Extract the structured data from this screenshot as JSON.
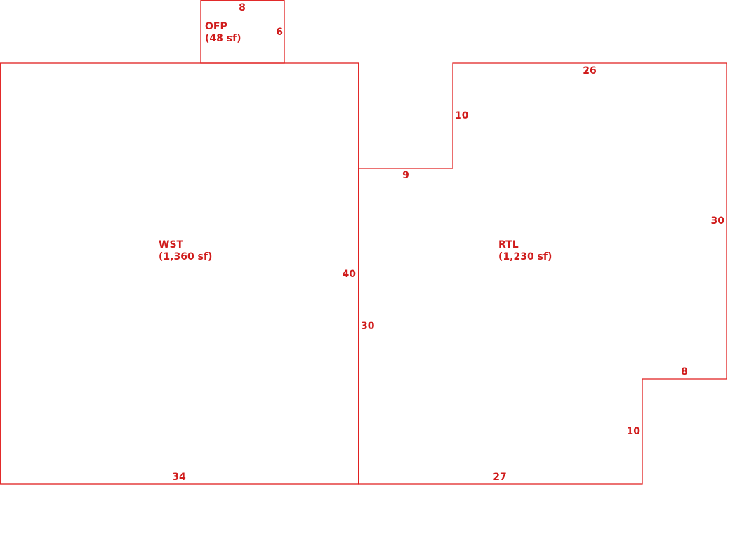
{
  "colors": {
    "line": "#e01f1f",
    "text": "#d01c1c",
    "background": "#ffffff"
  },
  "areas": {
    "ofp": {
      "name": "OFP",
      "area": "(48 sf)"
    },
    "wst": {
      "name": "WST",
      "area": "(1,360 sf)"
    },
    "rtl": {
      "name": "RTL",
      "area": "(1,230 sf)"
    }
  },
  "dimensions": {
    "ofp_top": "8",
    "ofp_right": "6",
    "wst_bottom": "34",
    "wst_right": "40",
    "rtl_top": "26",
    "rtl_notch_left": "10",
    "rtl_notch_bottom": "9",
    "rtl_right": "30",
    "rtl_left": "30",
    "rtl_step_top": "8",
    "rtl_step_left": "10",
    "rtl_bottom": "27"
  }
}
